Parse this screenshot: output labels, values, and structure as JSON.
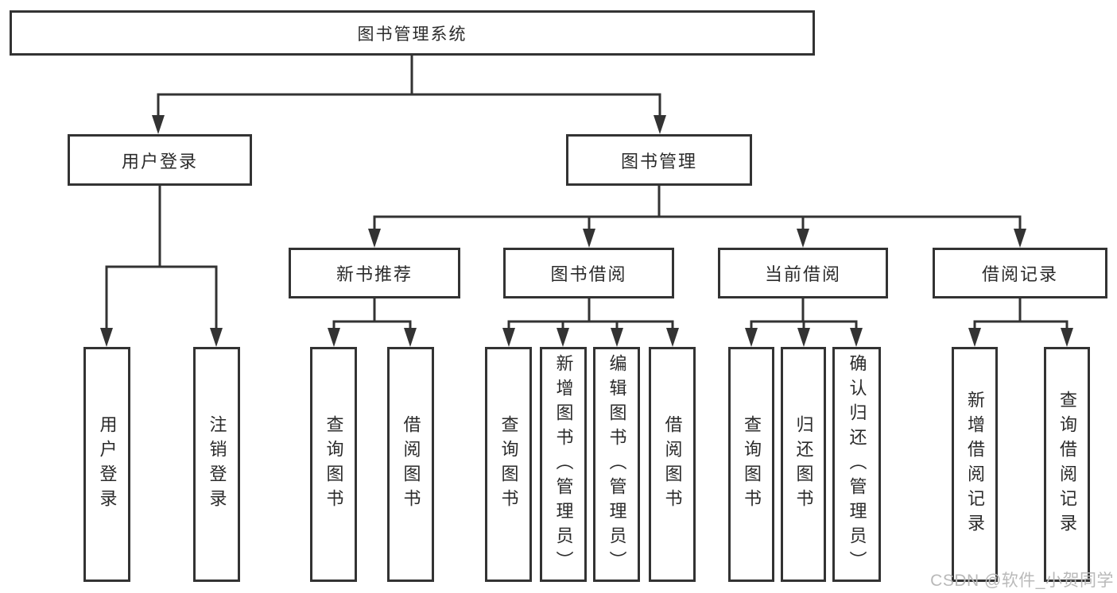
{
  "colors": {
    "line": "#333333",
    "text": "#2b2b2b",
    "background": "#ffffff",
    "watermark": "#b9b9b9"
  },
  "watermark": {
    "text": "CSDN @软件_小贺同学"
  },
  "tree": {
    "root": {
      "label": "图书管理系统"
    },
    "branches": [
      {
        "label": "用户登录",
        "leaves": [
          {
            "label": "用户登录"
          },
          {
            "label": "注销登录"
          }
        ]
      },
      {
        "label": "图书管理",
        "children": [
          {
            "label": "新书推荐",
            "leaves": [
              {
                "label": "查询图书"
              },
              {
                "label": "借阅图书"
              }
            ]
          },
          {
            "label": "图书借阅",
            "leaves": [
              {
                "label": "查询图书"
              },
              {
                "label": "新增图书（管理员）"
              },
              {
                "label": "编辑图书（管理员）"
              },
              {
                "label": "借阅图书"
              }
            ]
          },
          {
            "label": "当前借阅",
            "leaves": [
              {
                "label": "查询图书"
              },
              {
                "label": "归还图书"
              },
              {
                "label": "确认归还（管理员）"
              }
            ]
          },
          {
            "label": "借阅记录",
            "leaves": [
              {
                "label": "新增借阅记录"
              },
              {
                "label": "查询借阅记录"
              }
            ]
          }
        ]
      }
    ]
  }
}
